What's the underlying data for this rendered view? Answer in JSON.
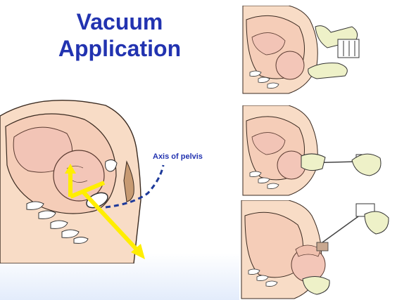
{
  "slide": {
    "title_line1": "Vacuum",
    "title_line2": "Application",
    "axis_label": "Axis of pelvis"
  },
  "colors": {
    "title": "#2233b0",
    "skin": "#f6d9c2",
    "fetus": "#f1c3b6",
    "arrow_yellow": "#ffee00",
    "axis_dash": "#1e3a9a",
    "background": "#ffffff"
  },
  "panels": [
    {
      "name": "main-illustration",
      "description_icon": "pelvis-cross-section-with-cup"
    },
    {
      "name": "step-1-illustration",
      "description_icon": "pelvis-with-cup-insertion"
    },
    {
      "name": "step-2-illustration",
      "description_icon": "pelvis-with-cup-applied-hand-pump"
    },
    {
      "name": "step-3-illustration",
      "description_icon": "pelvis-with-traction-delivery"
    }
  ]
}
